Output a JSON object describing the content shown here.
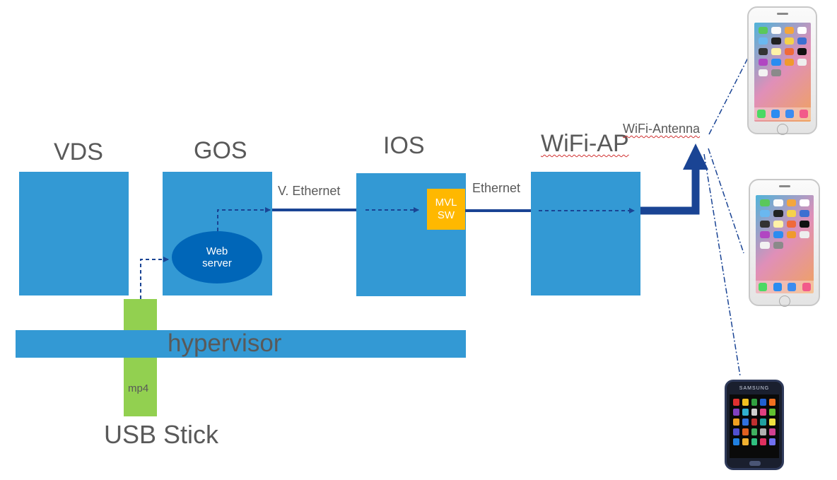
{
  "blocks": {
    "vds": "VDS",
    "gos": "GOS",
    "ios": "IOS",
    "wifi_ap": "WiFi-AP",
    "hypervisor": "hypervisor"
  },
  "web_server": {
    "line1": "Web",
    "line2": "server"
  },
  "mvl_sw": {
    "line1": "MVL",
    "line2": "SW"
  },
  "links": {
    "v_ethernet": "V. Ethernet",
    "ethernet": "Ethernet"
  },
  "antenna": "WiFi-Antenna",
  "usb": {
    "label": "USB Stick",
    "file": "mp4"
  },
  "devices": {
    "samsung_brand": "SAMSUNG"
  },
  "colors": {
    "block_blue": "#3399d4",
    "oval_blue": "#0066b8",
    "mvl_orange": "#ffb800",
    "usb_green": "#92d050",
    "link_navy": "#1a4494",
    "label_gray": "#595959"
  }
}
